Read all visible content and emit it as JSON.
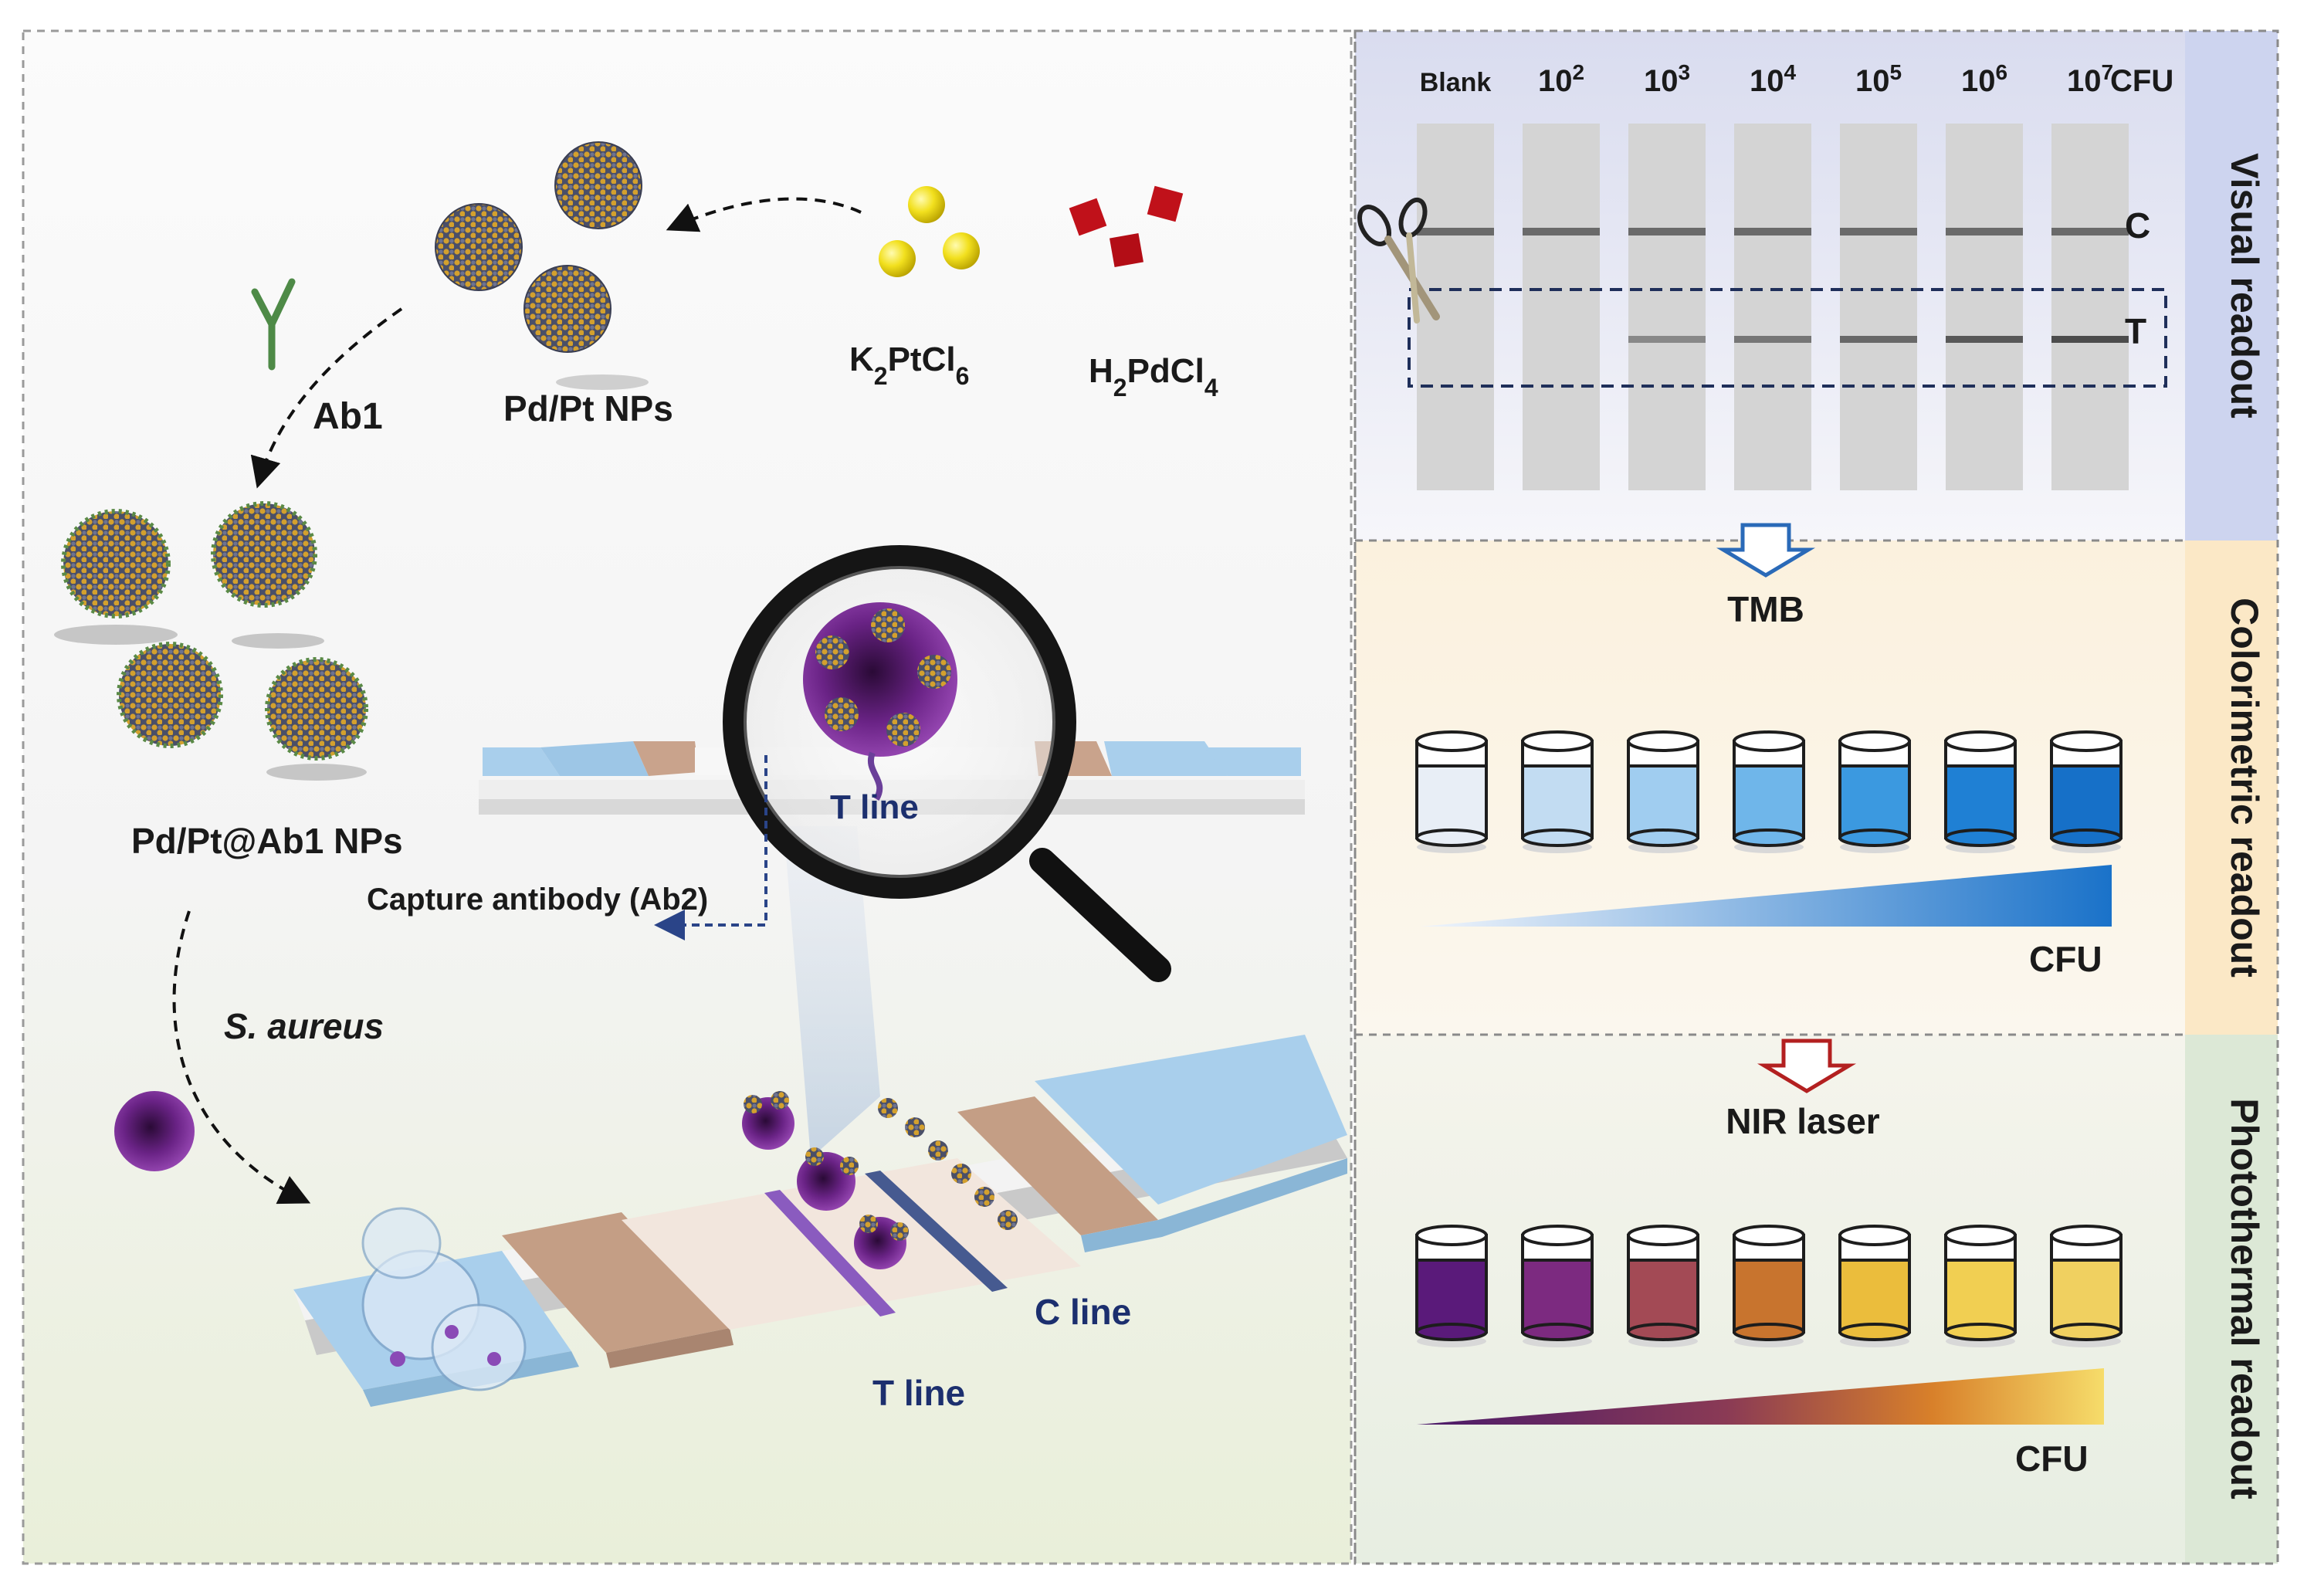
{
  "left": {
    "precursor_pt": "K2PtCl6",
    "precursor_pd": "H2PdCl4",
    "nps_label": "Pd/Pt NPs",
    "antibody_label": "Ab1",
    "conjugate_label": "Pd/Pt@Ab1 NPs",
    "capture_label": "Capture antibody (Ab2)",
    "bacteria_label": "S. aureus",
    "tline_zoom": "T line",
    "tline_label": "T line",
    "cline_label": "C line"
  },
  "visual": {
    "side_title": "Visual readout",
    "columns": [
      {
        "label": "Blank",
        "t_level": 0
      },
      {
        "label": "10",
        "sup": "2",
        "t_level": 0
      },
      {
        "label": "10",
        "sup": "3",
        "t_level": 0.45
      },
      {
        "label": "10",
        "sup": "4",
        "t_level": 0.6
      },
      {
        "label": "10",
        "sup": "5",
        "t_level": 0.72
      },
      {
        "label": "10",
        "sup": "6",
        "t_level": 0.85
      },
      {
        "label": "10",
        "sup": "7",
        "t_level": 0.95
      }
    ],
    "unit": "CFU",
    "c_label": "C",
    "t_label": "T"
  },
  "colorimetric": {
    "side_title": "Colorimetric readout",
    "reagent": "TMB",
    "axis_label": "CFU",
    "fills": [
      "#e8eef6",
      "#c2dcf2",
      "#a0cdf0",
      "#6fb6ea",
      "#3b99e0",
      "#1f80d4",
      "#1670c8"
    ]
  },
  "photothermal": {
    "side_title": "Photothermal readout",
    "trigger": "NIR laser",
    "axis_label": "CFU",
    "fills": [
      "#5a1a7a",
      "#7c2a80",
      "#a34a55",
      "#c8742e",
      "#ebbd3c",
      "#f1cf52",
      "#f0d060"
    ]
  }
}
